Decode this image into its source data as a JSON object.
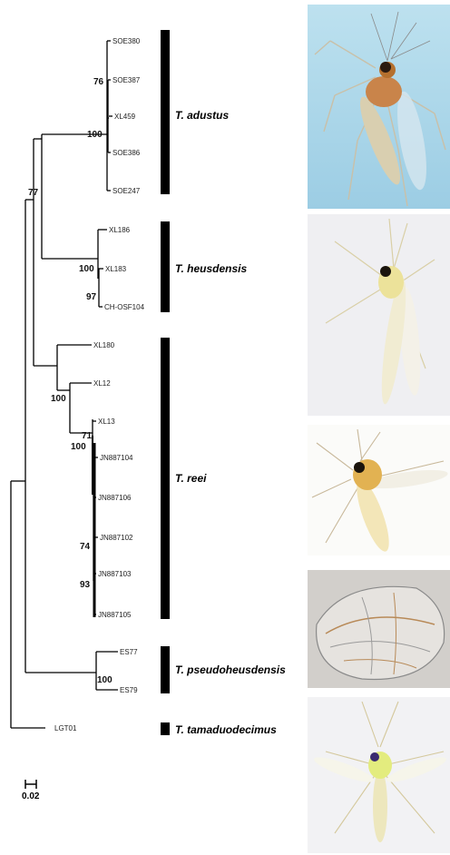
{
  "tree": {
    "leaves": {
      "soe380": "SOE380",
      "soe387": "SOE387",
      "xl459": "XL459",
      "soe386": "SOE386",
      "soe247": "SOE247",
      "xl186": "XL186",
      "xl183": "XL183",
      "chosf104": "CH-OSF104",
      "xl180": "XL180",
      "xl12": "XL12",
      "xl13": "XL13",
      "jn887104": "JN887104",
      "jn887106": "JN887106",
      "jn887102": "JN887102",
      "jn887103": "JN887103",
      "jn887105": "JN887105",
      "es77": "ES77",
      "es79": "ES79",
      "lgt01": "LGT01"
    },
    "bootstrap": {
      "adustus_inner": "76",
      "adustus": "100",
      "root_upper": "77",
      "heusdensis": "100",
      "heusdensis_inner": "97",
      "reei": "100",
      "reei_71": "71",
      "reei_100": "100",
      "reei_74": "74",
      "reei_93": "93",
      "pseudo": "100"
    },
    "scale_label": "0.02"
  },
  "clades": [
    {
      "id": "adustus",
      "name": "T. adustus"
    },
    {
      "id": "heusdensis",
      "name": "T. heusdensis"
    },
    {
      "id": "reei",
      "name": "T. reei"
    },
    {
      "id": "pseudoheusdensis",
      "name": "T. pseudoheusdensis"
    },
    {
      "id": "tamaduodecimus",
      "name": "T. tamaduodecimus"
    }
  ],
  "photos": [
    {
      "id": "adustus",
      "depicts": "mosquito-photo-adustus"
    },
    {
      "id": "heusdensis",
      "depicts": "mosquito-photo-heusdensis"
    },
    {
      "id": "reei",
      "depicts": "mosquito-photo-reei"
    },
    {
      "id": "wing",
      "depicts": "wing-photo"
    },
    {
      "id": "tamaduodecimus",
      "depicts": "mosquito-photo-tamaduodecimus"
    }
  ]
}
